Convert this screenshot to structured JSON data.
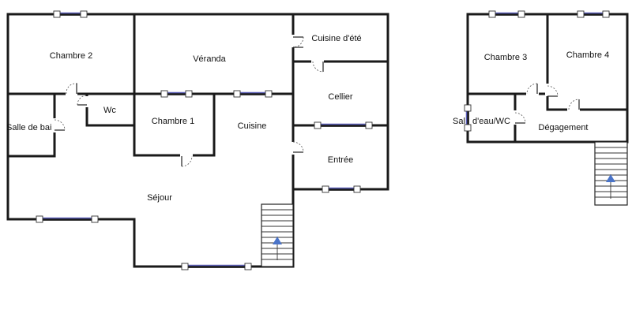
{
  "plans": [
    {
      "rooms": [
        {
          "id": "chambre-2",
          "label": "Chambre 2"
        },
        {
          "id": "veranda",
          "label": "Véranda"
        },
        {
          "id": "cuisine-ete",
          "label": "Cuisine d'été"
        },
        {
          "id": "cellier",
          "label": "Cellier"
        },
        {
          "id": "wc",
          "label": "Wc"
        },
        {
          "id": "salle-de-bain",
          "label": "Salle de bai"
        },
        {
          "id": "chambre-1",
          "label": "Chambre 1"
        },
        {
          "id": "cuisine",
          "label": "Cuisine"
        },
        {
          "id": "entree",
          "label": "Entrée"
        },
        {
          "id": "sejour",
          "label": "Séjour"
        }
      ]
    },
    {
      "rooms": [
        {
          "id": "chambre-3",
          "label": "Chambre 3"
        },
        {
          "id": "chambre-4",
          "label": "Chambre 4"
        },
        {
          "id": "salle-eau-wc-left",
          "label": "Sal"
        },
        {
          "id": "salle-eau-wc-right",
          "label": "d'eau/WC"
        },
        {
          "id": "degagement",
          "label": "Dégagement"
        }
      ]
    }
  ],
  "colors": {
    "wall": "#1a1a1a",
    "window_glass": "#5b5fb8",
    "stair_arrow": "#4a74c9"
  },
  "icons": {
    "stairs_direction": "up-triangle"
  }
}
